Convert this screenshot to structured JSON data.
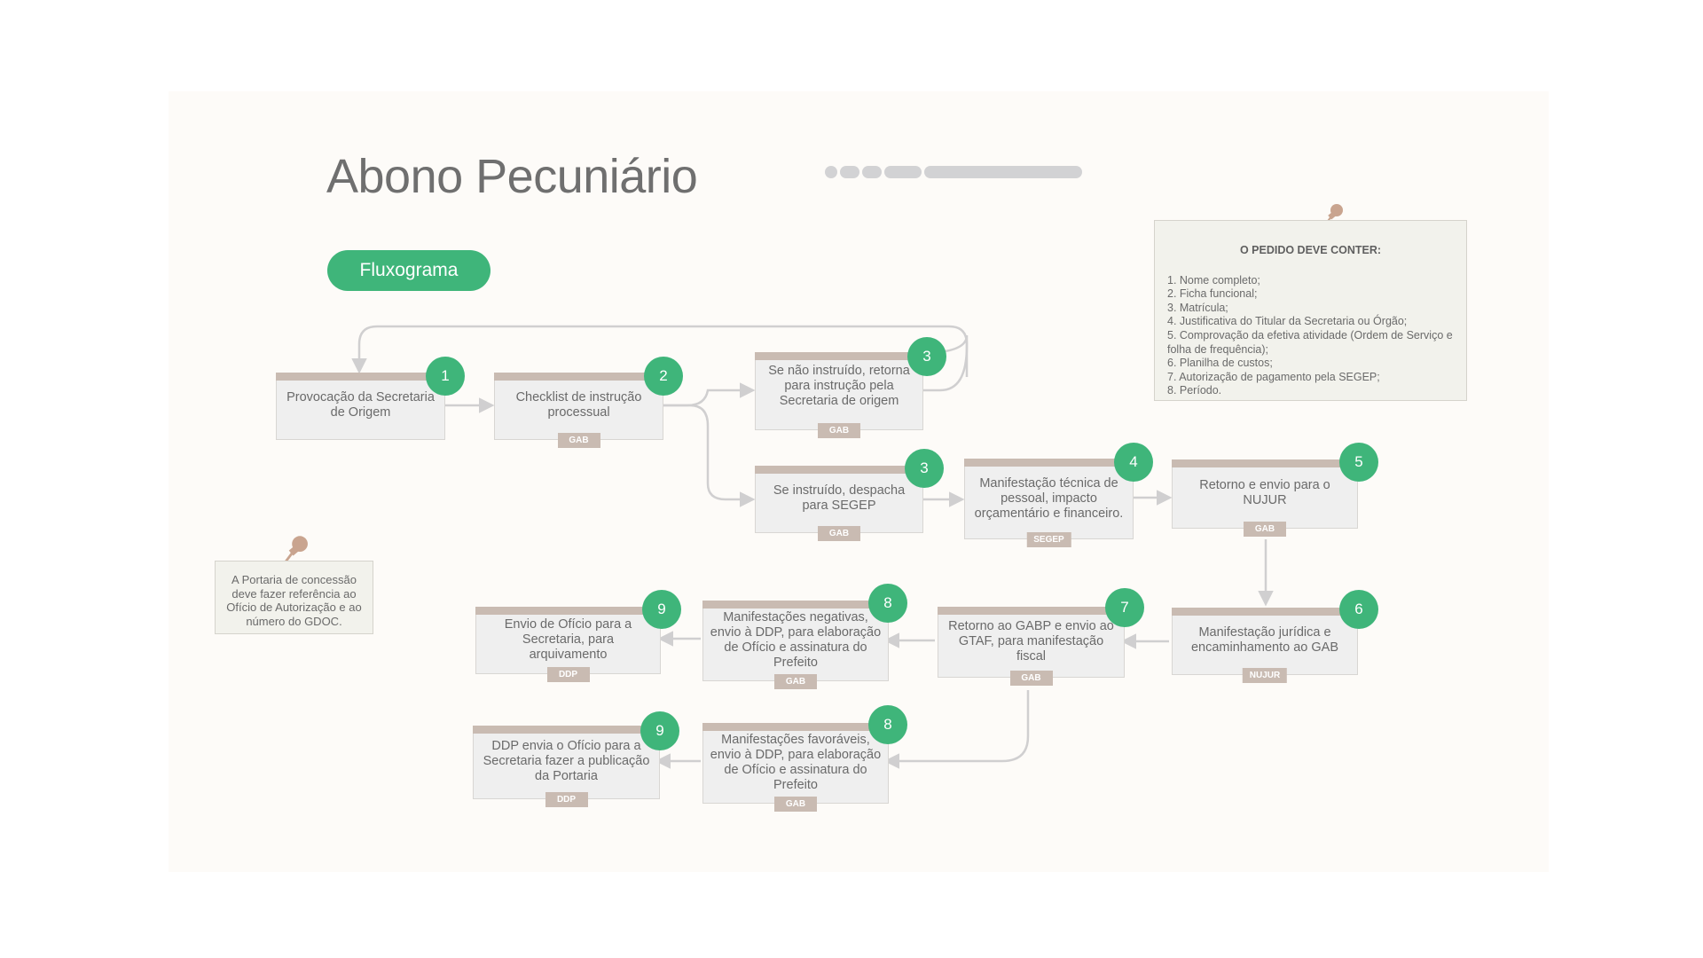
{
  "title": "Abono Pecuniário",
  "pill_label": "Fluxograma",
  "colors": {
    "accent": "#3fb57a",
    "tag": "#c9bbb2",
    "box": "#efefef",
    "connector": "#d0cfd0"
  },
  "icons": [
    "pushpin-icon"
  ],
  "requirements_note": {
    "title": "O PEDIDO DEVE CONTER:",
    "items": [
      "1. Nome completo;",
      "2. Ficha funcional;",
      "3. Matrícula;",
      "4. Justificativa do Titular da Secretaria ou Órgão;",
      "5. Comprovação da efetiva atividade (Ordem de Serviço e folha de frequência);",
      "6. Planilha de custos;",
      "7. Autorização de pagamento pela SEGEP;",
      "8. Período."
    ]
  },
  "side_note": {
    "text": "A Portaria de concessão deve fazer referência ao Ofício de Autorização e ao número do GDOC."
  },
  "nodes": [
    {
      "id": "n1",
      "number": "1",
      "text": "Provocação da Secretaria de Origem",
      "tag": ""
    },
    {
      "id": "n2",
      "number": "2",
      "text": "Checklist de instrução processual",
      "tag": "GAB"
    },
    {
      "id": "n3a",
      "number": "3",
      "text": "Se não instruído, retorna para instrução pela Secretaria de origem",
      "tag": "GAB"
    },
    {
      "id": "n3b",
      "number": "3",
      "text": "Se instruído, despacha para SEGEP",
      "tag": "GAB"
    },
    {
      "id": "n4",
      "number": "4",
      "text": "Manifestação técnica de pessoal, impacto orçamentário e financeiro.",
      "tag": "SEGEP"
    },
    {
      "id": "n5",
      "number": "5",
      "text": "Retorno e envio para o NUJUR",
      "tag": "GAB"
    },
    {
      "id": "n6",
      "number": "6",
      "text": "Manifestação jurídica e encaminhamento ao GAB",
      "tag": "NUJUR"
    },
    {
      "id": "n7",
      "number": "7",
      "text": "Retorno ao GABP e envio ao GTAF, para manifestação fiscal",
      "tag": "GAB"
    },
    {
      "id": "n8a",
      "number": "8",
      "text": "Manifestações negativas, envio à DDP, para elaboração de Ofício e assinatura do Prefeito",
      "tag": "GAB"
    },
    {
      "id": "n9a",
      "number": "9",
      "text": "Envio de Ofício para a Secretaria, para arquivamento",
      "tag": "DDP"
    },
    {
      "id": "n8b",
      "number": "8",
      "text": "Manifestações favoráveis, envio à DDP, para elaboração de Ofício e assinatura do Prefeito",
      "tag": "GAB"
    },
    {
      "id": "n9b",
      "number": "9",
      "text": "DDP envia o Ofício para a Secretaria fazer a publicação da Portaria",
      "tag": "DDP"
    }
  ]
}
